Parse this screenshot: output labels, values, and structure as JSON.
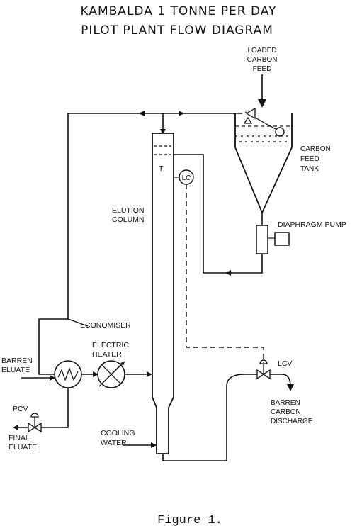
{
  "title": {
    "line1": "KAMBALDA 1 TONNE PER DAY",
    "line2": "PILOT PLANT FLOW DIAGRAM"
  },
  "labels": {
    "loaded_carbon_feed": [
      "LOADED",
      "CARBON",
      "FEED"
    ],
    "carbon_feed_tank": [
      "CARBON",
      "FEED",
      "TANK"
    ],
    "elution_column": [
      "ELUTION",
      "COLUMN"
    ],
    "level_controller": "LC",
    "diaphragm_pump": "DIAPHRAGM PUMP",
    "economiser": "ECONOMISER",
    "electric_heater": [
      "ELECTRIC",
      "HEATER"
    ],
    "barren_eluate": [
      "BARREN",
      "ELUATE"
    ],
    "pcv": "PCV",
    "final_eluate": [
      "FINAL",
      "ELUATE"
    ],
    "cooling_water": [
      "COOLING",
      "WATER"
    ],
    "lcv": "LCV",
    "barren_carbon_discharge": [
      "BARREN",
      "CARBON",
      "DISCHARGE"
    ]
  },
  "caption": "Figure 1."
}
